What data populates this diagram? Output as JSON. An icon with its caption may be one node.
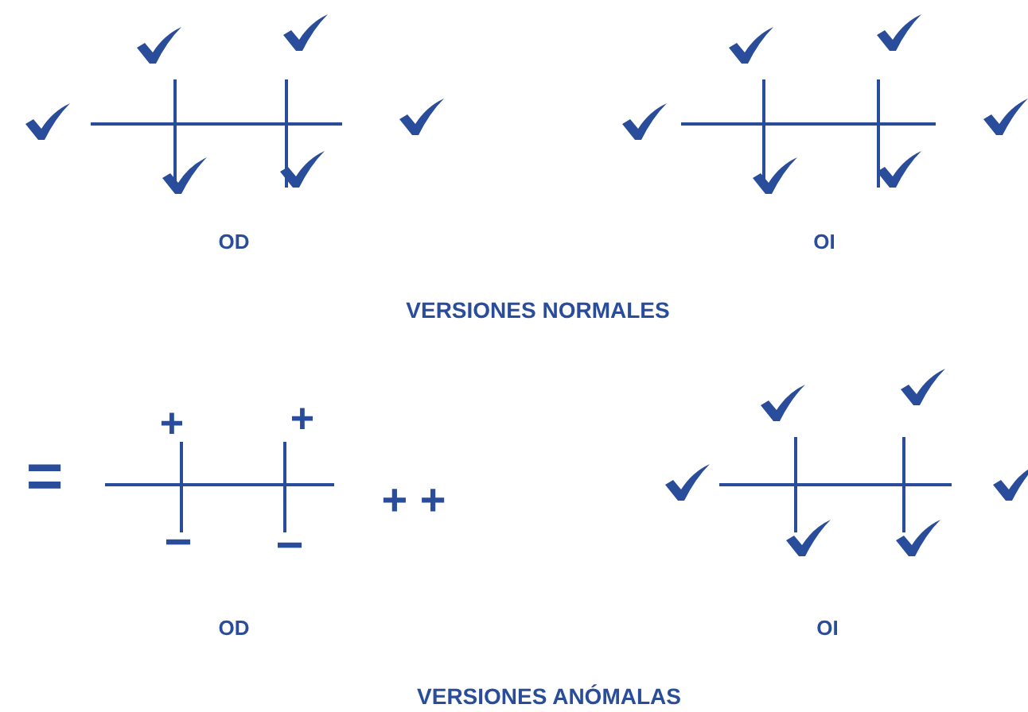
{
  "diagram": {
    "labels": [
      "OD",
      "OI",
      "VERSIONES NORMALES",
      "+",
      "+",
      "=",
      "+ +",
      "−",
      "−",
      "OD",
      "OI",
      "VERSIONES ANÓMALAS"
    ]
  }
}
